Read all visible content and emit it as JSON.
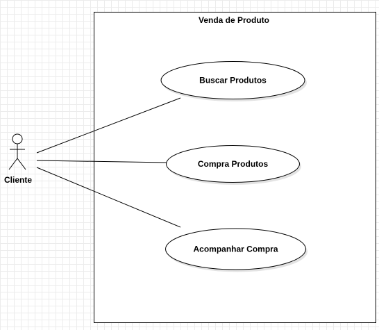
{
  "system": {
    "title": "Venda de Produto"
  },
  "actor": {
    "label": "Cliente"
  },
  "use_cases": [
    {
      "label": "Buscar Produtos"
    },
    {
      "label": "Compra Produtos"
    },
    {
      "label": "Acompanhar Compra"
    }
  ]
}
